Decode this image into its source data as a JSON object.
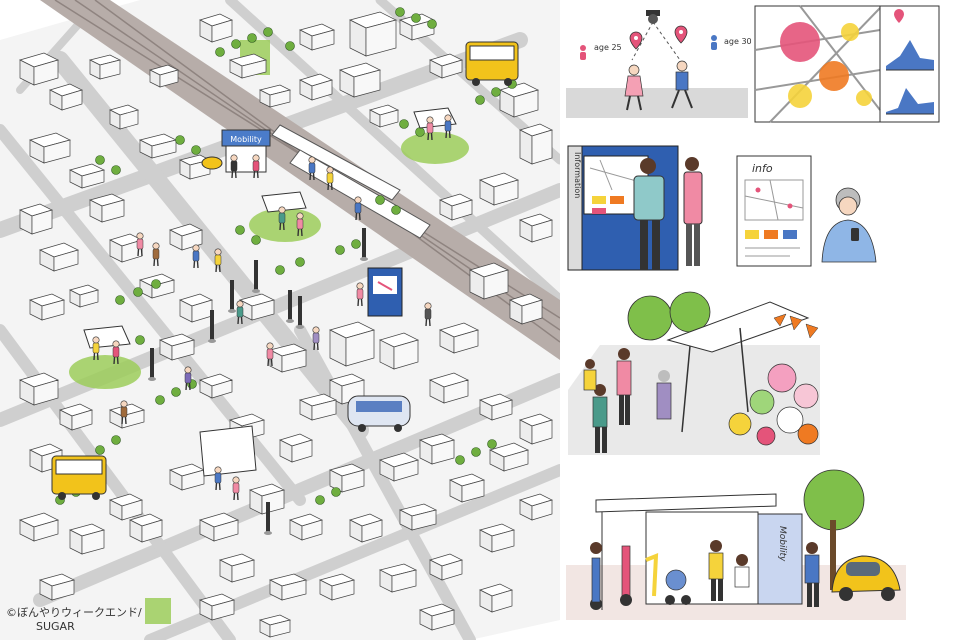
{
  "credit": {
    "line1": "©ぼんやりウィークエンド/",
    "line2": "SUGAR"
  },
  "map": {
    "mobility_sign": "Mobility"
  },
  "panels": {
    "age_left": "age 25",
    "age_right": "age 30",
    "information_sign": "Information",
    "info_board": "info",
    "mobility_sign": "Mobility"
  },
  "colors": {
    "road": "#c9c9c9",
    "rail": "#b3aaa6",
    "building": "#ffffff",
    "park": "#8cc63f",
    "bus": "#f2c31b",
    "kiosk": "#2f5fb0",
    "marker_pink": "#e4547a",
    "marker_orange": "#ef7a22",
    "marker_yellow": "#f5d33b",
    "chart_blue": "#4a77c4"
  },
  "icons": [
    "map-pin-icon",
    "camera-icon",
    "smartphone-icon",
    "person-icon"
  ]
}
